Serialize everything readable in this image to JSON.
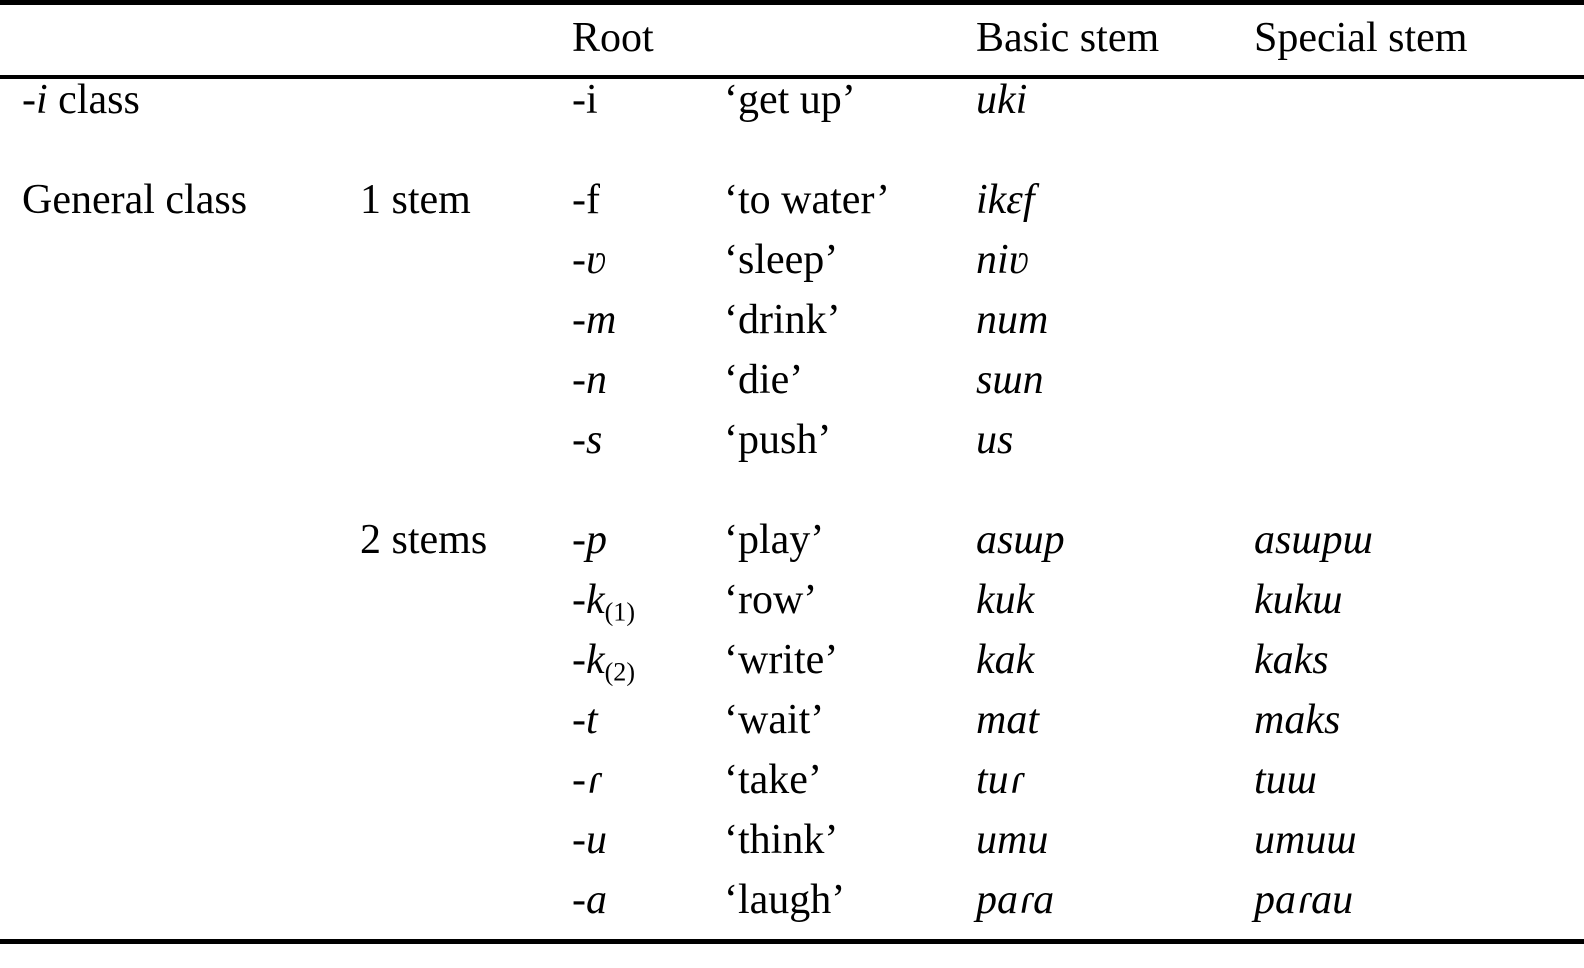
{
  "table": {
    "headers": {
      "class": "",
      "subclass": "",
      "root": "Root",
      "gloss": "",
      "basic_stem": "Basic stem",
      "special_stem": "Special stem"
    },
    "groups": [
      {
        "class_label_prefix": "-",
        "class_label_italic": "i",
        "class_label_suffix": " class",
        "class_label_full": "-i class",
        "subclass": "",
        "rows": [
          {
            "root": "-i",
            "root_style": "roman",
            "gloss": "‘get up’",
            "basic_stem": "uki",
            "special_stem": ""
          }
        ]
      },
      {
        "class_label_full": "General class",
        "subclass": "1 stem",
        "rows": [
          {
            "root": "-f",
            "root_style": "roman",
            "gloss": "‘to water’",
            "basic_stem": "ikɛf",
            "special_stem": ""
          },
          {
            "root": "-ʋ",
            "root_style": "italic",
            "gloss": "‘sleep’",
            "basic_stem": "niʋ",
            "special_stem": ""
          },
          {
            "root": "-m",
            "root_style": "italic",
            "gloss": "‘drink’",
            "basic_stem": "num",
            "special_stem": ""
          },
          {
            "root": "-n",
            "root_style": "italic",
            "gloss": "‘die’",
            "basic_stem": "sɯn",
            "special_stem": ""
          },
          {
            "root": "-s",
            "root_style": "italic",
            "gloss": "‘push’",
            "basic_stem": "us",
            "special_stem": ""
          }
        ]
      },
      {
        "class_label_full": "",
        "subclass": "2 stems",
        "rows": [
          {
            "root": "-p",
            "root_style": "italic",
            "gloss": "‘play’",
            "basic_stem": "asɯp",
            "special_stem": "asɯpɯ"
          },
          {
            "root": "-k",
            "root_subscript": "(1)",
            "root_style": "italic",
            "gloss": "‘row’",
            "basic_stem": "kuk",
            "special_stem": "kukɯ"
          },
          {
            "root": "-k",
            "root_subscript": "(2)",
            "root_style": "italic",
            "gloss": "‘write’",
            "basic_stem": "kak",
            "special_stem": "kaks"
          },
          {
            "root": "-t",
            "root_style": "italic",
            "gloss": "‘wait’",
            "basic_stem": "mat",
            "special_stem": "maks"
          },
          {
            "root": "-ɾ",
            "root_style": "italic",
            "gloss": "‘take’",
            "basic_stem": "tuɾ",
            "special_stem": "tuɯ"
          },
          {
            "root": "-u",
            "root_style": "italic",
            "gloss": "‘think’",
            "basic_stem": "umu",
            "special_stem": "umuɯ"
          },
          {
            "root": "-a",
            "root_style": "italic",
            "gloss": "‘laugh’",
            "basic_stem": "paɾa",
            "special_stem": "paɾau"
          }
        ]
      }
    ]
  }
}
